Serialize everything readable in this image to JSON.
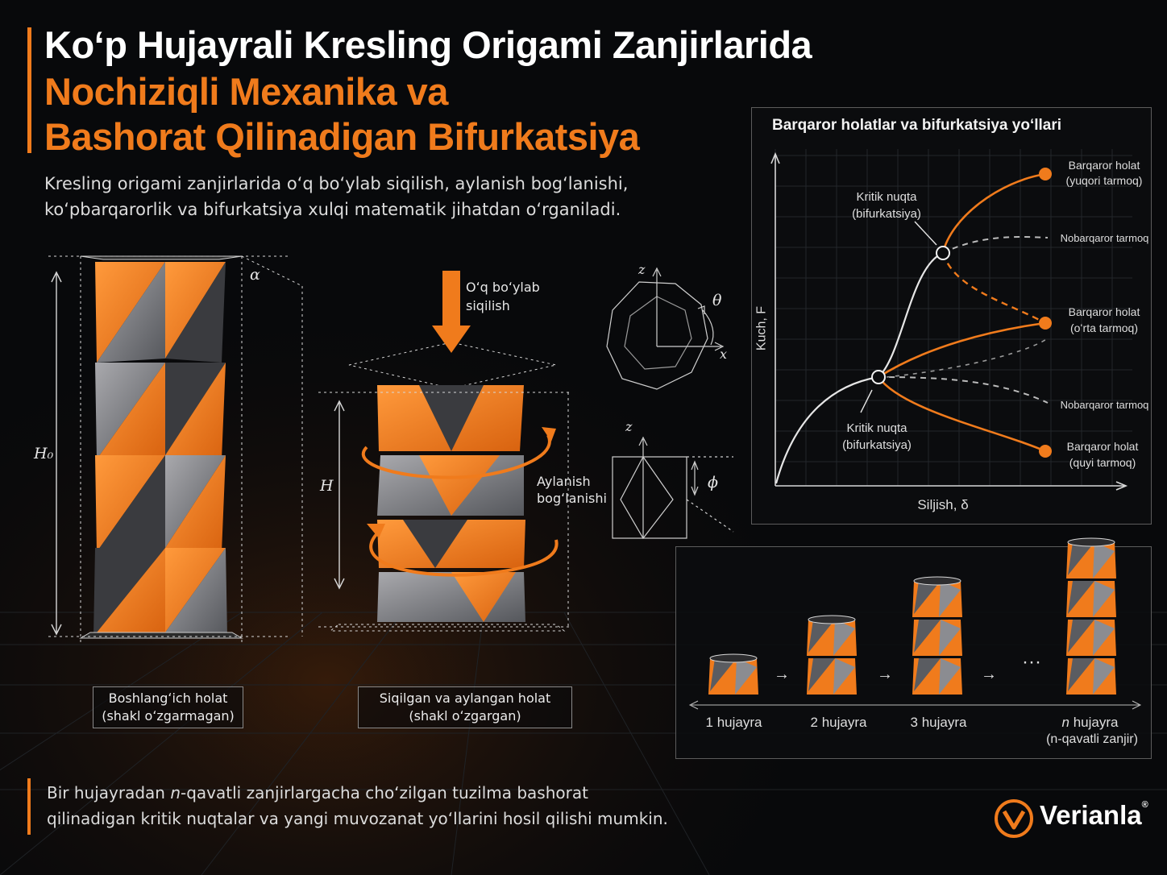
{
  "colors": {
    "accent": "#f07b1c",
    "background": "#08090b",
    "text": "#ffffff",
    "panel_border": "#5c5c5c",
    "dashed": "#bbbbbb"
  },
  "title": {
    "line1": "Koʻp Hujayrali Kresling Origami Zanjirlarida",
    "line2": "Nochiziqli Mexanika va",
    "line3": "Bashorat Qilinadigan Bifurkatsiya"
  },
  "subtitle": {
    "line1": "Kresling origami zanjirlarida oʻq boʻylab siqilish, aylanish bogʻlanishi,",
    "line2": "koʻpbarqarorlik va bifurkatsiya xulqi matematik jihatdan oʻrganiladi."
  },
  "left_column": {
    "height_label": "H₀",
    "angle_label": "α",
    "caption_line1": "Boshlangʻich holat",
    "caption_line2": "(shakl oʻzgarmagan)"
  },
  "middle_column": {
    "compression_line1": "Oʻq boʻylab",
    "compression_line2": "siqilish",
    "height_label": "H",
    "rotation_line1": "Aylanish",
    "rotation_line2": "bogʻlanishi",
    "caption_line1": "Siqilgan va aylangan holat",
    "caption_line2": "(shakl oʻzgargan)"
  },
  "axis_diagrams": {
    "top": {
      "z": "z",
      "x": "x",
      "theta": "θ"
    },
    "bottom": {
      "z": "z",
      "phi": "ϕ"
    }
  },
  "chart_data": {
    "type": "line",
    "title": "Barqaror holatlar va bifurkatsiya yoʻllari",
    "xlabel": "Siljish, δ",
    "ylabel": "Kuch, F",
    "annotations": [
      {
        "line1": "Kritik nuqta",
        "line2": "(bifurkatsiya)",
        "point": "upper"
      },
      {
        "line1": "Kritik nuqta",
        "line2": "(bifurkatsiya)",
        "point": "lower"
      }
    ],
    "branches": [
      {
        "label_line1": "Barqaror holat",
        "label_line2": "(yuqori tarmoq)",
        "stable": true
      },
      {
        "label_line1": "Nobarqaror tarmoq",
        "label_line2": "",
        "stable": false
      },
      {
        "label_line1": "Barqaror holat",
        "label_line2": "(oʻrta tarmoq)",
        "stable": true
      },
      {
        "label_line1": "Nobarqaror tarmoq",
        "label_line2": "",
        "stable": false
      },
      {
        "label_line1": "Barqaror holat",
        "label_line2": "(quyi tarmoq)",
        "stable": true
      }
    ],
    "grid": true
  },
  "chain": {
    "cells": [
      {
        "line1": "1 hujayra",
        "line2": "",
        "cells": 1
      },
      {
        "line1": "2 hujayra",
        "line2": "",
        "cells": 2
      },
      {
        "line1": "3 hujayra",
        "line2": "",
        "cells": 3
      },
      {
        "line1_prefix": "n",
        "line1": " hujayra",
        "line2": "(n-qavatli zanjir)",
        "cells": 4
      }
    ],
    "arrow": "→",
    "ellipsis": "···"
  },
  "footer": {
    "line1_a": "Bir hujayradan ",
    "line1_n": "n",
    "line1_b": "-qavatli zanjirlargacha choʻzilgan tuzilma bashorat",
    "line2": "qilinadigan kritik nuqtalar va yangi muvozanat yoʻllarini hosil qilishi mumkin."
  },
  "brand": {
    "name": "Verianla",
    "mark": "®",
    "logo": "v-chevron-logo-icon"
  }
}
